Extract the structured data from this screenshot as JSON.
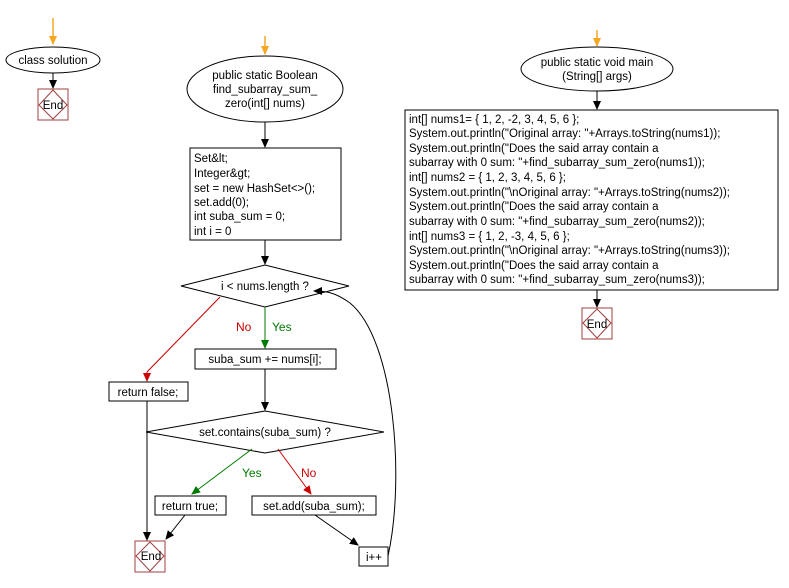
{
  "colors": {
    "start_arrow": "#f5a623",
    "arrow": "#000000",
    "yes": "#007a00",
    "no": "#cc0000",
    "end_border": "#a04040"
  },
  "class_flow": {
    "start": "class solution",
    "end": "End"
  },
  "method_flow": {
    "start": [
      "public static Boolean",
      "find_subarray_sum_",
      "zero(int[] nums)"
    ],
    "init": [
      "Set&lt;",
      "Integer&gt;",
      "set = new HashSet<>();",
      "set.add(0);",
      "int suba_sum = 0;",
      "int i = 0"
    ],
    "loop_cond": "i < nums.length ?",
    "loop_yes": "Yes",
    "loop_no": "No",
    "add_sum": "suba_sum += nums[i];",
    "return_false": "return false;",
    "contains_cond": "set.contains(suba_sum) ?",
    "contains_yes": "Yes",
    "contains_no": "No",
    "return_true": "return true;",
    "set_add": "set.add(suba_sum);",
    "increment": "i++",
    "end": "End"
  },
  "main_flow": {
    "start": [
      "public static void main",
      "(String[] args)"
    ],
    "body": [
      "int[] nums1= { 1, 2, -2, 3, 4, 5, 6 };",
      "System.out.println(\"Original array: \"+Arrays.toString(nums1));",
      "System.out.println(\"Does the said array contain a",
      "subarray with 0 sum: \"+find_subarray_sum_zero(nums1));",
      "int[] nums2 = { 1, 2, 3, 4, 5, 6 };",
      "System.out.println(\"\\nOriginal array: \"+Arrays.toString(nums2));",
      "System.out.println(\"Does the said array contain a",
      "subarray with 0 sum: \"+find_subarray_sum_zero(nums2));",
      "int[] nums3 = { 1, 2, -3, 4, 5, 6 };",
      "System.out.println(\"\\nOriginal array: \"+Arrays.toString(nums3));",
      "System.out.println(\"Does the said array contain a",
      "subarray with 0 sum: \"+find_subarray_sum_zero(nums3));"
    ],
    "end": "End"
  }
}
